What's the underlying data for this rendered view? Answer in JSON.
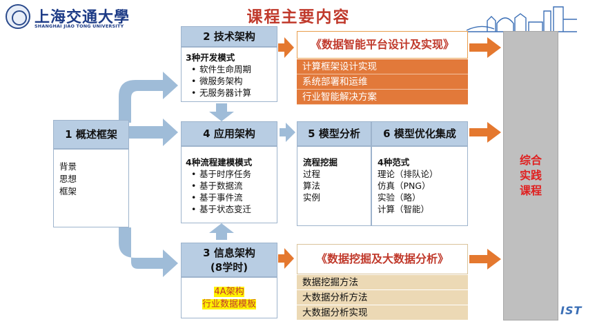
{
  "header": {
    "logo_cn": "上海交通大學",
    "logo_en": "SHANGHAI JIAO TONG UNIVERSITY",
    "title": "课程主要内容"
  },
  "overview": {
    "title": "1 概述框架",
    "items": [
      "背景",
      "思想",
      "框架"
    ]
  },
  "tech": {
    "title": "2 技术架构",
    "subtitle": "3种开发模式",
    "items": [
      "软件生命周期",
      "微服务架构",
      "无服务器计算"
    ]
  },
  "app": {
    "title": "4 应用架构",
    "subtitle": "4种流程建模模式",
    "items": [
      "基于时序任务",
      "基于数据流",
      "基于事件流",
      "基于状态变迁"
    ]
  },
  "info": {
    "title_line1": "3 信息架构",
    "title_line2": "(8学时)",
    "items": [
      "4A架构",
      "行业数据模板"
    ]
  },
  "model_analysis": {
    "title": "5 模型分析",
    "subtitle": "流程挖掘",
    "items": [
      "过程",
      "算法",
      "实例"
    ]
  },
  "model_opt": {
    "title": "6 模型优化集成",
    "subtitle": "4种范式",
    "items": [
      "理论（排队论）",
      "仿真（PNG）",
      "实验（略）",
      "计算（智能）"
    ]
  },
  "platform": {
    "title": "《数据智能平台设计及实现》",
    "items": [
      "计算框架设计实现",
      "系统部署和运维",
      "行业智能解决方案"
    ]
  },
  "mining": {
    "title": "《数据挖掘及大数据分析》",
    "items": [
      "数据挖掘方法",
      "大数据分析方法",
      "大数据分析实现"
    ]
  },
  "practice": {
    "label_lines": [
      "综合",
      "实践",
      "课程"
    ]
  },
  "ist": {
    "text": "IST"
  },
  "colors": {
    "accent_red": "#c0392b",
    "arrow_blue": "#9fbcd8",
    "arrow_orange": "#e4782f",
    "head_blue": "#b8cde3",
    "orange_row": "#e2793a",
    "beige_row": "#ecd9b5",
    "panel_gray": "#bfbfbf"
  }
}
